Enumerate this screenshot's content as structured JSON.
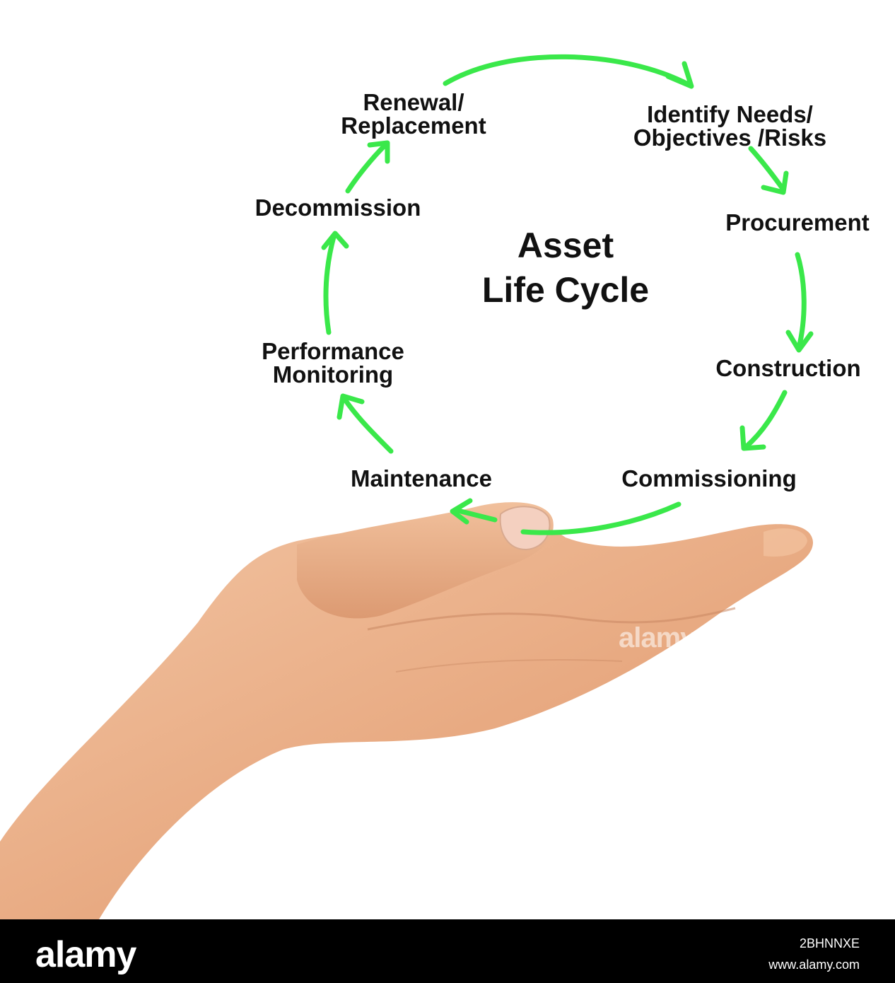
{
  "title_lines": [
    "Asset",
    "Life Cycle"
  ],
  "stages": [
    {
      "lines": [
        "Renewal/",
        "Replacement"
      ]
    },
    {
      "lines": [
        "Identify Needs/",
        "Objectives /Risks"
      ]
    },
    {
      "lines": [
        "Procurement"
      ]
    },
    {
      "lines": [
        "Construction"
      ]
    },
    {
      "lines": [
        "Commissioning"
      ]
    },
    {
      "lines": [
        "Maintenance"
      ]
    },
    {
      "lines": [
        "Performance",
        "Monitoring"
      ]
    },
    {
      "lines": [
        "Decommission"
      ]
    }
  ],
  "colors": {
    "arrow": "#3ae84a",
    "text": "#111111",
    "skin": "#eab08a",
    "skin_shadow": "#c98762",
    "footer": "#000000"
  },
  "watermark": "alamy",
  "footer": {
    "brand": "alamy",
    "image_id": "2BHNNXE",
    "url": "www.alamy.com"
  }
}
